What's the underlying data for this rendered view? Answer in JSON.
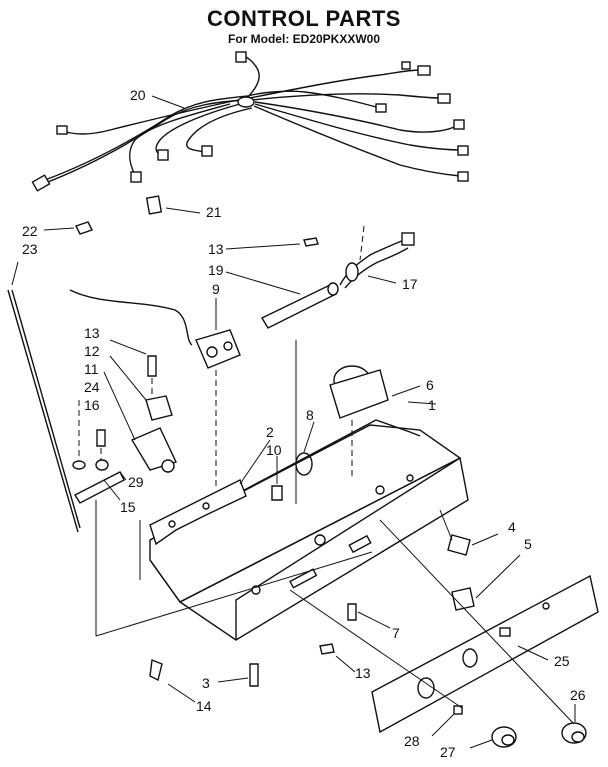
{
  "title": "CONTROL PARTS",
  "subtitle": "For Model: ED20PKXXW00",
  "labels": {
    "l20": "20",
    "l21": "21",
    "l22": "22",
    "l23": "23",
    "l13a": "13",
    "l19": "19",
    "l17": "17",
    "l9": "9",
    "l13b": "13",
    "l12": "12",
    "l11": "11",
    "l24": "24",
    "l16": "16",
    "l6": "6",
    "l1": "1",
    "l2": "2",
    "l10": "10",
    "l8": "8",
    "l29": "29",
    "l15": "15",
    "l4": "4",
    "l5": "5",
    "l7": "7",
    "l13c": "13",
    "l3": "3",
    "l14": "14",
    "l25": "25",
    "l26": "26",
    "l28": "28",
    "l27": "27"
  }
}
